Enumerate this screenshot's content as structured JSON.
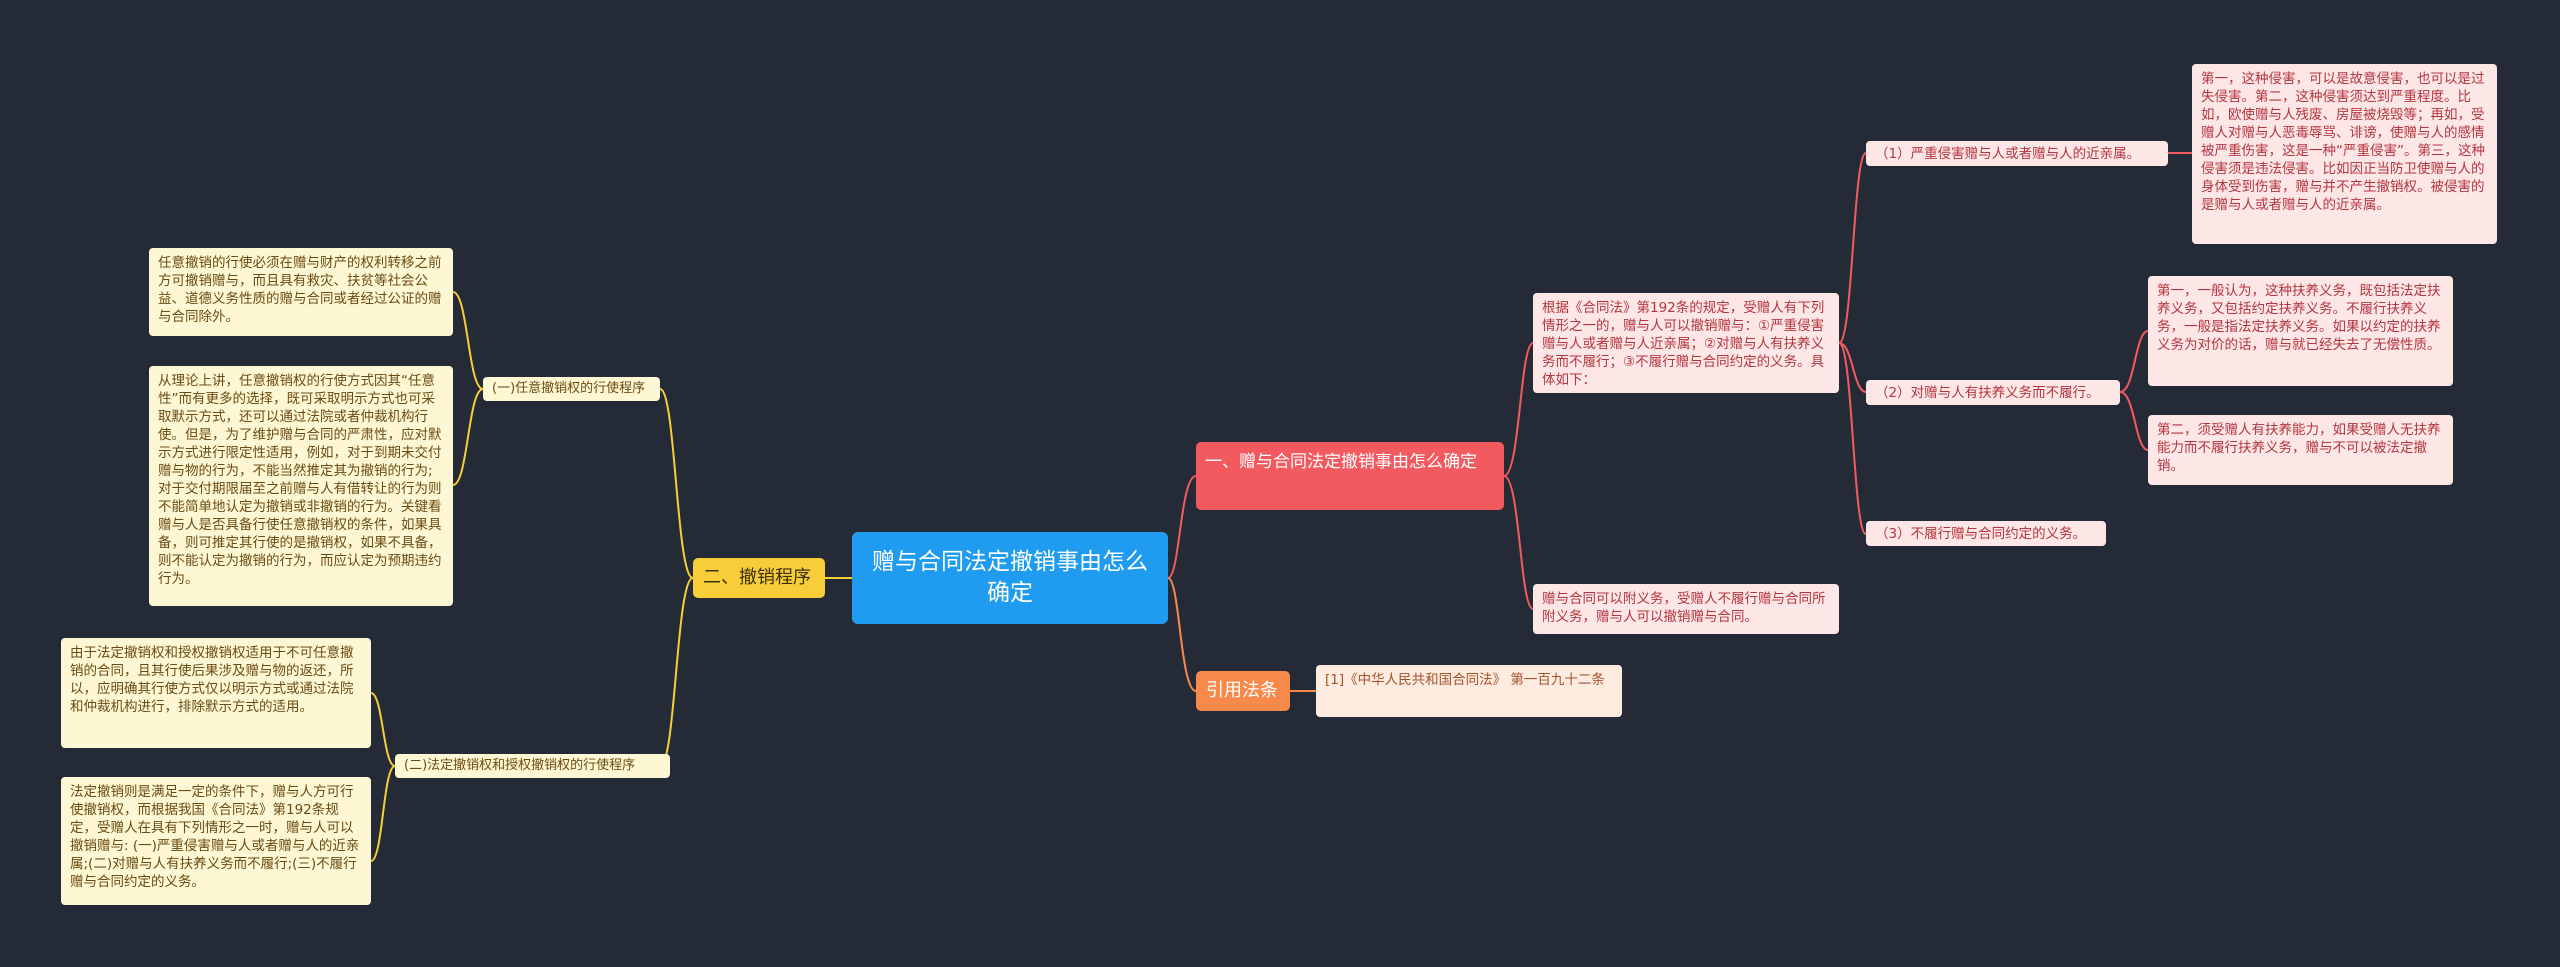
{
  "root": {
    "title": "赠与合同法定撤销事由怎么确定"
  },
  "colors": {
    "background": "#252a37",
    "root": "#1f9bf0",
    "yellow": "#f7cd3a",
    "red": "#f35a5f",
    "orange": "#f78a4a"
  },
  "left": {
    "branch": "二、撤销程序",
    "sub1": {
      "title": "(一)任意撤销权的行使程序",
      "notes": [
        "任意撤销的行使必须在赠与财产的权利转移之前方可撤销赠与，而且具有救灾、扶贫等社会公益、道德义务性质的赠与合同或者经过公证的赠与合同除外。",
        "从理论上讲，任意撤销权的行使方式因其“任意性”而有更多的选择，既可采取明示方式也可采取默示方式，还可以通过法院或者仲裁机构行使。但是，为了维护赠与合同的严肃性，应对默示方式进行限定性适用，例如，对于到期未交付赠与物的行为，不能当然推定其为撤销的行为;对于交付期限届至之前赠与人有借转让的行为则不能简单地认定为撤销或非撤销的行为。关键看赠与人是否具备行使任意撤销权的条件，如果具备，则可推定其行使的是撤销权，如果不具备，则不能认定为撤销的行为，而应认定为预期违约行为。"
      ]
    },
    "sub2": {
      "title": "(二)法定撤销权和授权撤销权的行使程序",
      "notes": [
        "由于法定撤销权和授权撤销权适用于不可任意撤销的合同，且其行使后果涉及赠与物的返还，所以，应明确其行使方式仅以明示方式或通过法院和仲裁机构进行，排除默示方式的适用。",
        "法定撤销则是满足一定的条件下，赠与人方可行使撤销权，而根据我国《合同法》第192条规定，受赠人在具有下列情形之一时，赠与人可以撤销赠与: (一)严重侵害赠与人或者赠与人的近亲属;(二)对赠与人有扶养义务而不履行;(三)不履行赠与合同约定的义务。"
      ]
    }
  },
  "right": {
    "branch1": {
      "title": "一、赠与合同法定撤销事由怎么确定",
      "intro": "根据《合同法》第192条的规定，受赠人有下列情形之一的，赠与人可以撤销赠与：①严重侵害赠与人或者赠与人近亲属；②对赠与人有扶养义务而不履行；③不履行赠与合同约定的义务。具体如下：",
      "items": [
        {
          "label": "（1）严重侵害赠与人或者赠与人的近亲属。"
        },
        {
          "label": "（2）对赠与人有扶养义务而不履行。"
        },
        {
          "label": "（3）不履行赠与合同约定的义务。"
        }
      ],
      "detail1": "第一，这种侵害，可以是故意侵害，也可以是过失侵害。第二，这种侵害须达到严重程度。比如，欧使赠与人残废、房屋被烧毁等；再如，受赠人对赠与人恶毒辱骂、诽谤，使赠与人的感情被严重伤害，这是一种“严重侵害”。第三，这种侵害须是违法侵害。比如因正当防卫使赠与人的身体受到伤害，赠与并不产生撤销权。被侵害的是赠与人或者赠与人的近亲属。",
      "detail2a": "第一，一般认为，这种扶养义务，既包括法定扶养义务，又包括约定扶养义务。不履行扶养义务，一般是指法定扶养义务。如果以约定的扶养义务为对价的话，赠与就已经失去了无偿性质。",
      "detail2b": "第二，须受赠人有扶养能力，如果受赠人无扶养能力而不履行扶养义务，赠与不可以被法定撤销。",
      "extra": "赠与合同可以附义务，受赠人不履行赠与合同所附义务，赠与人可以撤销赠与合同。"
    },
    "branch2": {
      "title": "引用法条",
      "ref": "[1]《中华人民共和国合同法》 第一百九十二条"
    }
  }
}
